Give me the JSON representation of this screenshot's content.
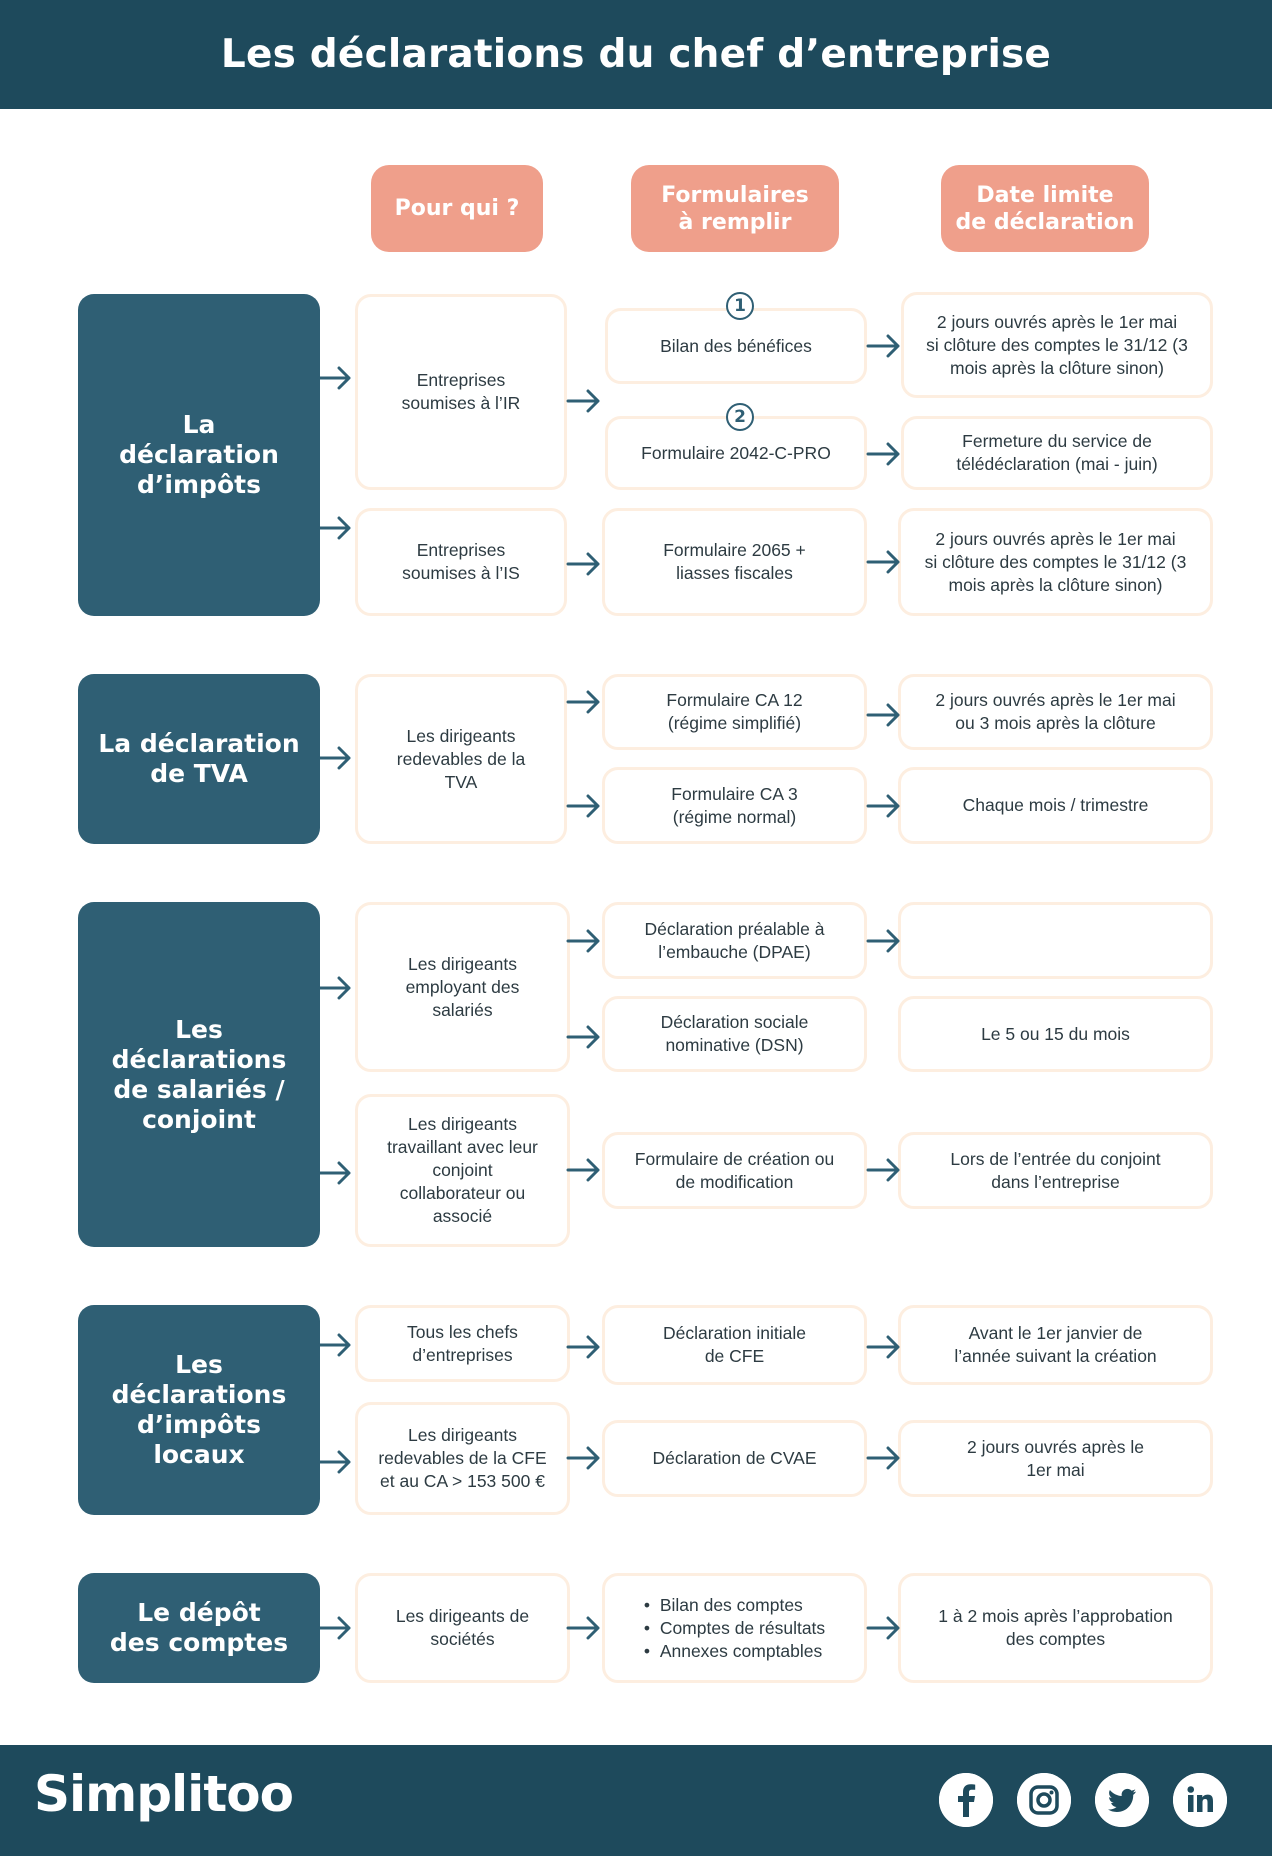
{
  "title": "Les déclarations du chef d’entreprise",
  "columns": {
    "pour_qui": [
      "Pour qui ?"
    ],
    "formulaires": [
      "Formulaires",
      "à remplir"
    ],
    "date_limite": [
      "Date limite",
      "de déclaration"
    ]
  },
  "sections": {
    "impots": {
      "title": [
        "La",
        "déclaration",
        "d’impôts"
      ],
      "who_ir": [
        "Entreprises",
        "soumises à l’IR"
      ],
      "who_is": [
        "Entreprises",
        "soumises à l’IS"
      ],
      "form_1": [
        "Bilan des bénéfices"
      ],
      "form_2": [
        "Formulaire 2042-C-PRO"
      ],
      "form_3": [
        "Formulaire 2065 +",
        "liasses fiscales"
      ],
      "date_1": [
        "2 jours ouvrés après le 1er mai",
        "si clôture des comptes le 31/12 (3",
        "mois après la clôture sinon)"
      ],
      "date_2": [
        "Fermeture du service de",
        "télédéclaration (mai - juin)"
      ],
      "date_3": [
        "2 jours ouvrés après le 1er mai",
        "si clôture des comptes le 31/12 (3",
        "mois après la clôture sinon)"
      ],
      "badge_1": "1",
      "badge_2": "2"
    },
    "tva": {
      "title": [
        "La déclaration",
        "de TVA"
      ],
      "who": [
        "Les dirigeants",
        "redevables de la",
        "TVA"
      ],
      "form_1": [
        "Formulaire CA 12",
        "(régime simplifié)"
      ],
      "form_2": [
        "Formulaire CA 3",
        "(régime normal)"
      ],
      "date_1": [
        "2 jours ouvrés après le 1er mai",
        "ou 3 mois après la clôture"
      ],
      "date_2": [
        "Chaque mois / trimestre"
      ]
    },
    "salaries": {
      "title": [
        "Les déclarations",
        "de salariés /",
        "conjoint"
      ],
      "who_1": [
        "Les dirigeants",
        "employant des",
        "salariés"
      ],
      "who_2": [
        "Les dirigeants",
        "travaillant avec leur",
        "conjoint",
        "collaborateur ou",
        "associé"
      ],
      "form_1": [
        "Déclaration préalable à",
        "l’embauche (DPAE)"
      ],
      "form_2": [
        "Déclaration sociale",
        "nominative (DSN)"
      ],
      "form_3": [
        "Formulaire de création ou",
        "de modification"
      ],
      "date_1": [],
      "date_2": [
        "Le 5 ou 15 du mois"
      ],
      "date_3": [
        "Lors de l’entrée du conjoint",
        "dans l’entreprise"
      ]
    },
    "locaux": {
      "title": [
        "Les",
        "déclarations",
        "d’impôts",
        "locaux"
      ],
      "who_1": [
        "Tous les chefs",
        "d’entreprises"
      ],
      "who_2": [
        "Les dirigeants",
        "redevables de la CFE",
        "et au CA > 153 500 €"
      ],
      "form_1": [
        "Déclaration initiale",
        "de CFE"
      ],
      "form_2": [
        "Déclaration de CVAE"
      ],
      "date_1": [
        "Avant le 1er janvier de",
        "l’année suivant la création"
      ],
      "date_2": [
        "2 jours ouvrés après le",
        "1er mai"
      ]
    },
    "depot": {
      "title": [
        "Le dépôt",
        "des comptes"
      ],
      "who": [
        "Les dirigeants de",
        "sociétés"
      ],
      "form_items": [
        "Bilan des comptes",
        "Comptes de résultats",
        "Annexes comptables"
      ],
      "date": [
        "1 à 2 mois après l’approbation",
        "des comptes"
      ]
    }
  },
  "footer": {
    "brand": "Simplitoo",
    "social_icons": [
      "facebook-icon",
      "instagram-icon",
      "twitter-icon",
      "linkedin-icon"
    ]
  },
  "colors": {
    "dark_teal": "#1e4a5c",
    "section_teal": "#2f5f74",
    "salmon": "#ef9f8b",
    "box_border": "#fdeee0"
  }
}
